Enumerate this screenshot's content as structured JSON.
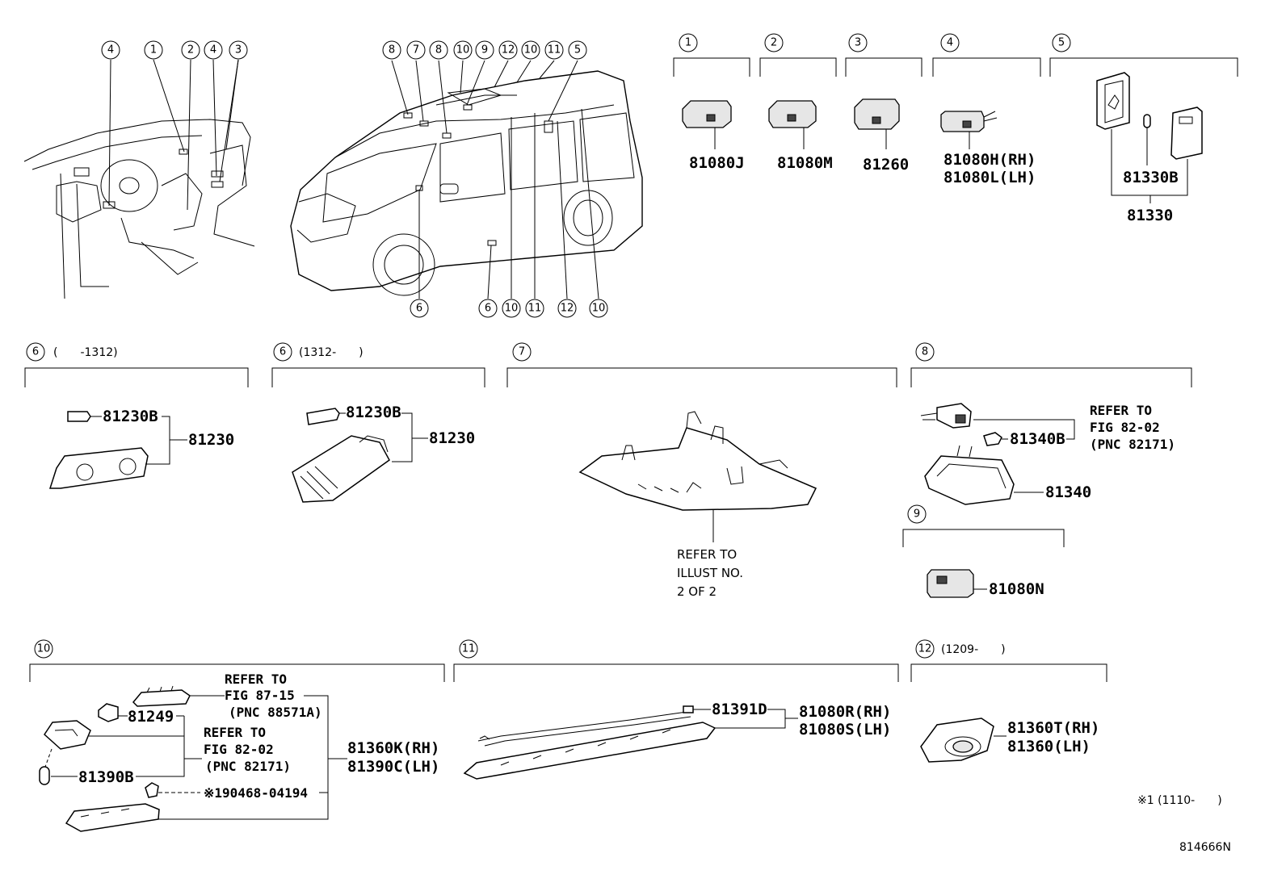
{
  "callouts": {
    "c1": "1",
    "c2": "2",
    "c3": "3",
    "c4": "4",
    "c5": "5",
    "c6": "6",
    "c7": "7",
    "c8": "8",
    "c9": "9",
    "c10": "10",
    "c11": "11",
    "c12": "12"
  },
  "groups": {
    "g6a_range": "(　　-1312)",
    "g6b_range": "(1312-　　)",
    "g12_range": "(1209-　　)"
  },
  "parts": {
    "p81080J": "81080J",
    "p81080M": "81080M",
    "p81260": "81260",
    "p81080H": "81080H(RH)",
    "p81080L": "81080L(LH)",
    "p81330B": "81330B",
    "p81330": "81330",
    "p81230B": "81230B",
    "p81230": "81230",
    "p81340B": "81340B",
    "p81340": "81340",
    "p81080N": "81080N",
    "p81249": "81249",
    "p81390B": "81390B",
    "p81360K": "81360K(RH)",
    "p81390C": "81390C(LH)",
    "p90468": "※190468-04194",
    "p81391D": "81391D",
    "p81080R": "81080R(RH)",
    "p81080S": "81080S(LH)",
    "p81360T": "81360T(RH)",
    "p81360": "81360(LH)"
  },
  "refs": {
    "r8_l1": "REFER TO",
    "r8_l2": "FIG 82-02",
    "r8_l3": "(PNC 82171)",
    "r7_l1": "REFER TO",
    "r7_l2": "ILLUST NO.",
    "r7_l3": "2 OF 2",
    "r10a_l1": "REFER TO",
    "r10a_l2": "FIG 87-15",
    "r10a_l3": "(PNC 88571A)",
    "r10b_l1": "REFER TO",
    "r10b_l2": "FIG 82-02",
    "r10b_l3": "(PNC 82171)"
  },
  "footnote": "※1 (1110-　　)",
  "illustration_id": "814666N"
}
